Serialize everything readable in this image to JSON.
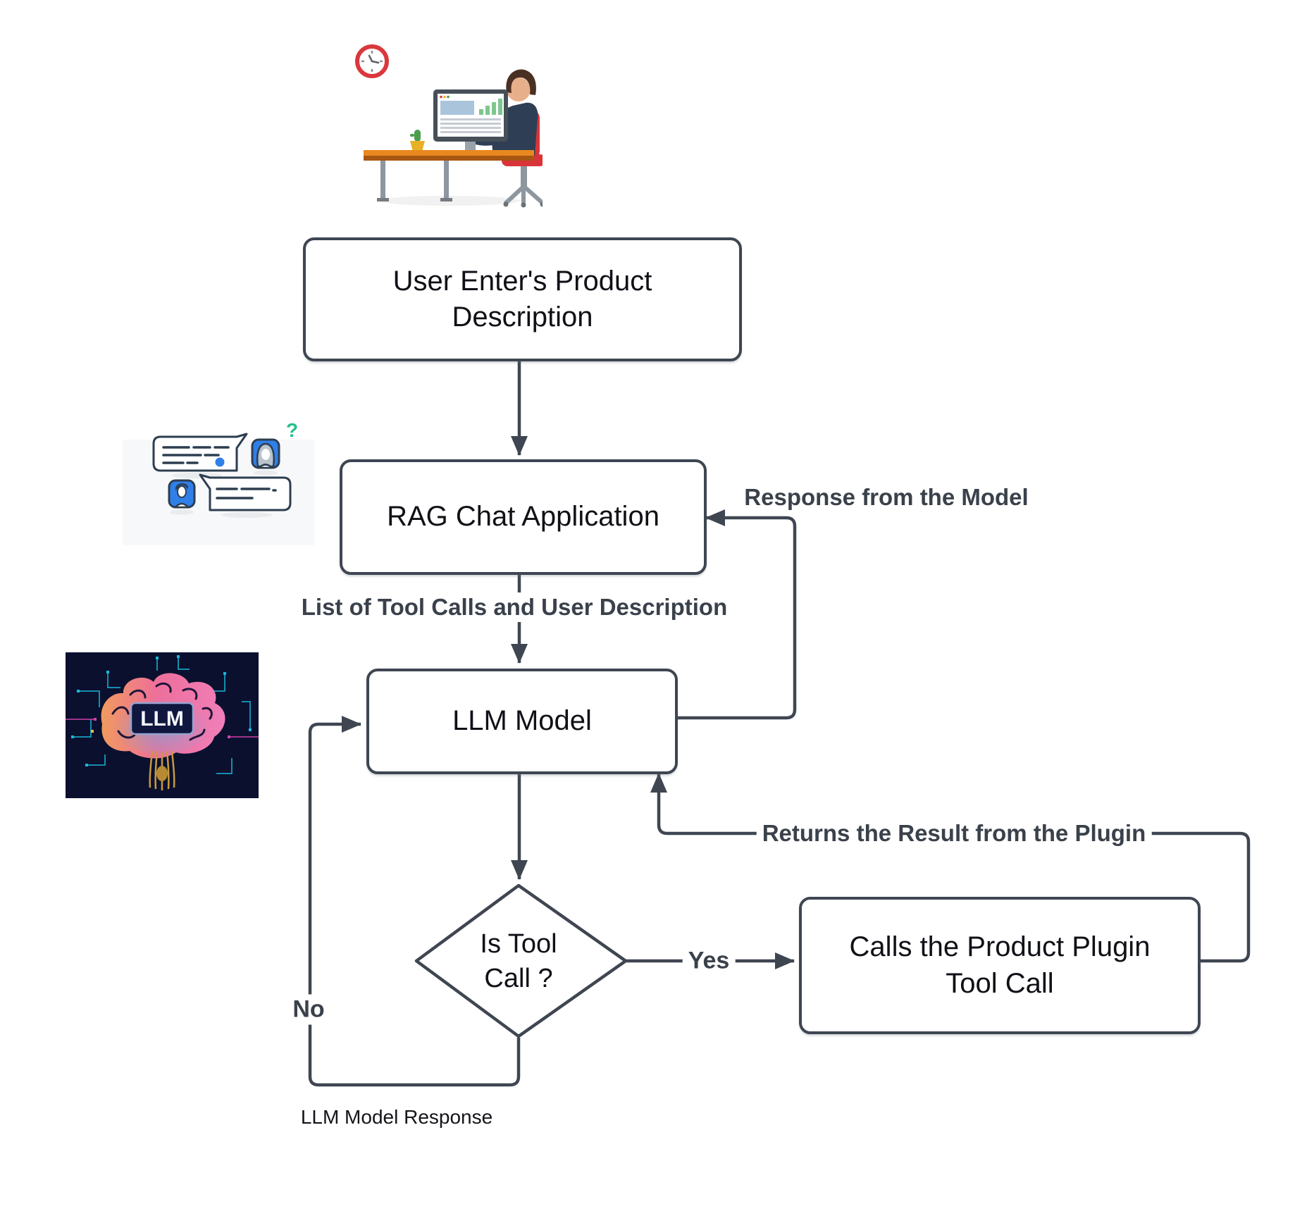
{
  "nodes": {
    "user_input": {
      "lines": [
        "User Enter's Product",
        "Description"
      ]
    },
    "rag_app": {
      "label": "RAG Chat Application"
    },
    "llm_model": {
      "label": "LLM Model"
    },
    "decision": {
      "lines": [
        "Is Tool",
        "Call ?"
      ]
    },
    "plugin": {
      "lines": [
        "Calls the Product Plugin",
        "Tool Call"
      ]
    }
  },
  "edge_labels": {
    "list_of_tool_calls": "List of Tool Calls and User Description",
    "response_from_model": "Response from the Model",
    "returns_result": "Returns the Result from the Plugin",
    "yes": "Yes",
    "no": "No",
    "llm_model_response": "LLM Model Response"
  },
  "illustrations": {
    "person_at_desk": {
      "name": "person-working-at-computer"
    },
    "chat": {
      "name": "chat-conversation",
      "question_mark": "?"
    },
    "llm_brain": {
      "name": "llm-brain",
      "text": "LLM"
    }
  },
  "colors": {
    "connector": "#3F4652",
    "node_border": "#3F4652",
    "node_fill": "#FFFFFF",
    "node_text": "#101117",
    "label_text": "#3A414B",
    "chat_blue": "#2F7FE8",
    "chat_green": "#25C08B",
    "clock_red": "#D9383D",
    "chair_red": "#D8343A",
    "desk_orange": "#DD7E1E",
    "shirt_navy": "#2E3F55",
    "brain_bg": "#0A102E",
    "brain_pink": "#EE6F9A",
    "brain_orange": "#F09A5E",
    "stem_gold": "#C89A3D",
    "circuit_cyan": "#18B7D9",
    "circuit_magenta": "#CF3FA8"
  }
}
